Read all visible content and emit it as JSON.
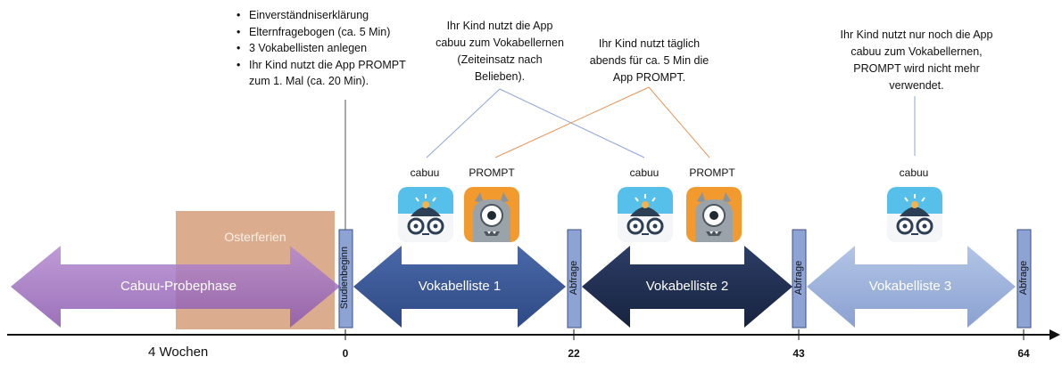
{
  "setup_bullets": [
    "Einverständniserklärung",
    "Elternfragebogen (ca. 5 Min)",
    "3 Vokabellisten anlegen",
    "Ihr Kind nutzt die App PROMPT zum 1. Mal (ca. 20 Min)."
  ],
  "notes": {
    "phase1": [
      "Ihr Kind nutzt die App",
      "cabuu zum Vokabellernen",
      "(Zeiteinsatz nach",
      "Belieben)."
    ],
    "phase2": [
      "Ihr Kind nutzt täglich",
      "abends für ca. 5 Min die",
      "App PROMPT."
    ],
    "phase3": [
      "Ihr Kind nutzt nur noch die App",
      "cabuu zum Vokabellernen,",
      "PROMPT wird nicht mehr",
      "verwendet."
    ]
  },
  "apps": {
    "cabuu": "cabuu",
    "prompt": "PROMPT"
  },
  "phases": {
    "probe": "Cabuu-Probephase",
    "holiday": "Osterferien",
    "list1": "Vokabelliste 1",
    "list2": "Vokabelliste 2",
    "list3": "Vokabelliste 3"
  },
  "markers": {
    "start": "Studienbeginn",
    "test1": "Abfrage",
    "test2": "Abfrage",
    "test3": "Abfrage"
  },
  "axis": {
    "weeks": "4 Wochen",
    "ticks": [
      "0",
      "22",
      "43",
      "64"
    ]
  },
  "colors": {
    "probe": "#9b6bbd",
    "holiday": "#d9a988",
    "list1": "#3a5896",
    "list2": "#1f2d50",
    "list3": "#9fb4dc",
    "marker_fill": "#8da3d4",
    "marker_stroke": "#3d4f86",
    "line_blue": "#8fa5d6",
    "line_orange": "#e8955a",
    "cabuu_bg": "#56c0ea",
    "prompt_bg": "#f29a2e"
  }
}
